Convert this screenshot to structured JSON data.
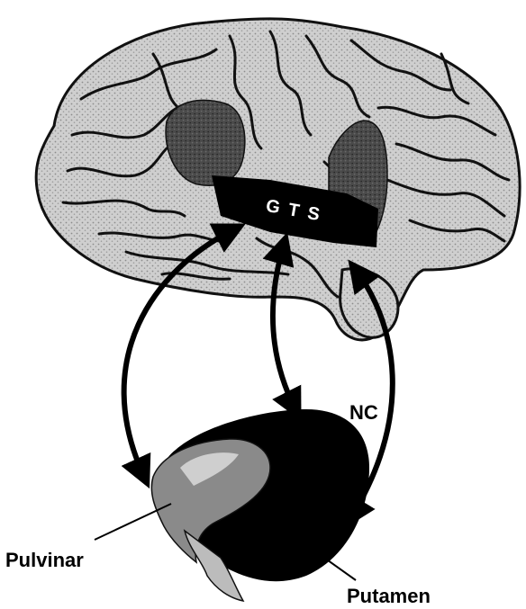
{
  "labels": {
    "gts": "G T S",
    "nc": "NC",
    "pulvinar": "Pulvinar",
    "putamen": "Putamen"
  },
  "colors": {
    "ink": "#000000",
    "brain_fill": "#d9d9d9",
    "brain_shade": "#8a8a8a",
    "dark_region": "#3a3a3a",
    "background": "#ffffff"
  }
}
